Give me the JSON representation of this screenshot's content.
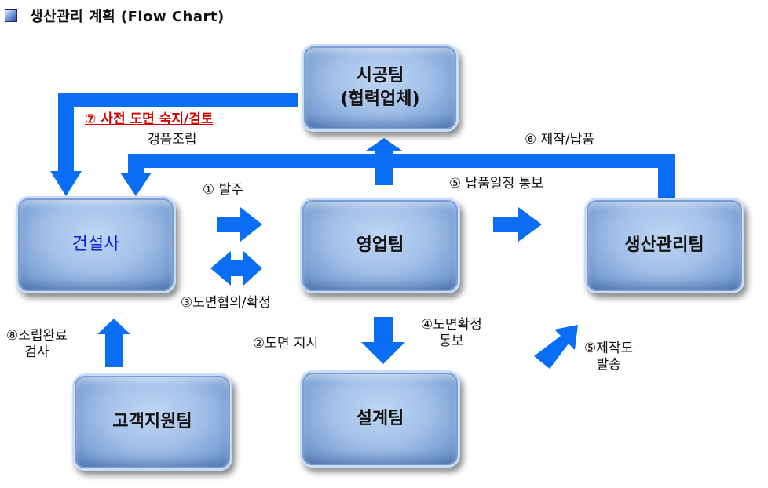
{
  "title": "생산관리 계획 (Flow Chart)",
  "nodes": {
    "contractor": "건설사",
    "construction_line1": "시공팀",
    "construction_line2": "(협력업체)",
    "sales": "영업팀",
    "production": "생산관리팀",
    "design": "설계팀",
    "customer": "고객지원팀"
  },
  "labels": {
    "step1": "① 발주",
    "step3": "③도면협의/확정",
    "step2": "②도면 지시",
    "step4_line1": "④도면확정",
    "step4_line2": "통보",
    "step5_schedule": "⑤ 납품일정 통보",
    "step5_draw_line1": "⑤제작도",
    "step5_draw_line2": "발송",
    "step6": "⑥ 제작/납품",
    "step7": "⑦ 사전 도면 숙지/검토",
    "assembly": "갱품조립",
    "step8_line1": "⑧조립완료",
    "step8_line2": "검사"
  },
  "colors": {
    "arrow": "#0a6df5",
    "node_fill": "#a2c0e8",
    "highlight_text": "#d40000"
  }
}
